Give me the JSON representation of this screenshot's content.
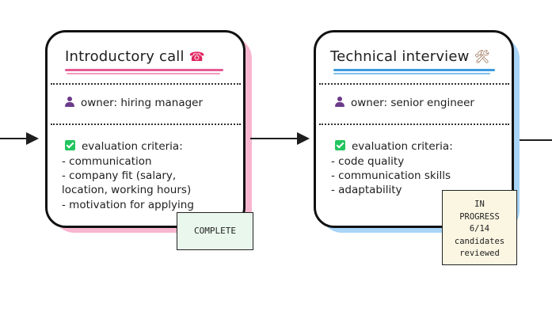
{
  "stages": [
    {
      "title": "Introductory call",
      "title_icon": "telephone-icon",
      "title_icon_glyph": "☎",
      "accent": "#f7a8c4",
      "underline_color": "#e75a94",
      "owner": "owner: hiring manager",
      "criteria_heading": "evaluation criteria:",
      "criteria": [
        "- communication",
        "- company fit (salary,",
        "location, working hours)",
        "- motivation for applying"
      ],
      "status_note": {
        "lines": [
          "COMPLETE"
        ],
        "background": "#eaf7ec"
      }
    },
    {
      "title": "Technical interview",
      "title_icon": "hammer-wrench-icon",
      "title_icon_glyph": "🛠",
      "accent": "#a8d4f7",
      "underline_color": "#3b9ae1",
      "owner": "owner: senior engineer",
      "criteria_heading": "evaluation criteria:",
      "criteria": [
        "- code quality",
        "- communication skills",
        "- adaptability"
      ],
      "status_note": {
        "lines": [
          "IN",
          "PROGRESS",
          "6/14",
          "candidates",
          "reviewed"
        ],
        "background": "#fbf6e2"
      }
    }
  ]
}
